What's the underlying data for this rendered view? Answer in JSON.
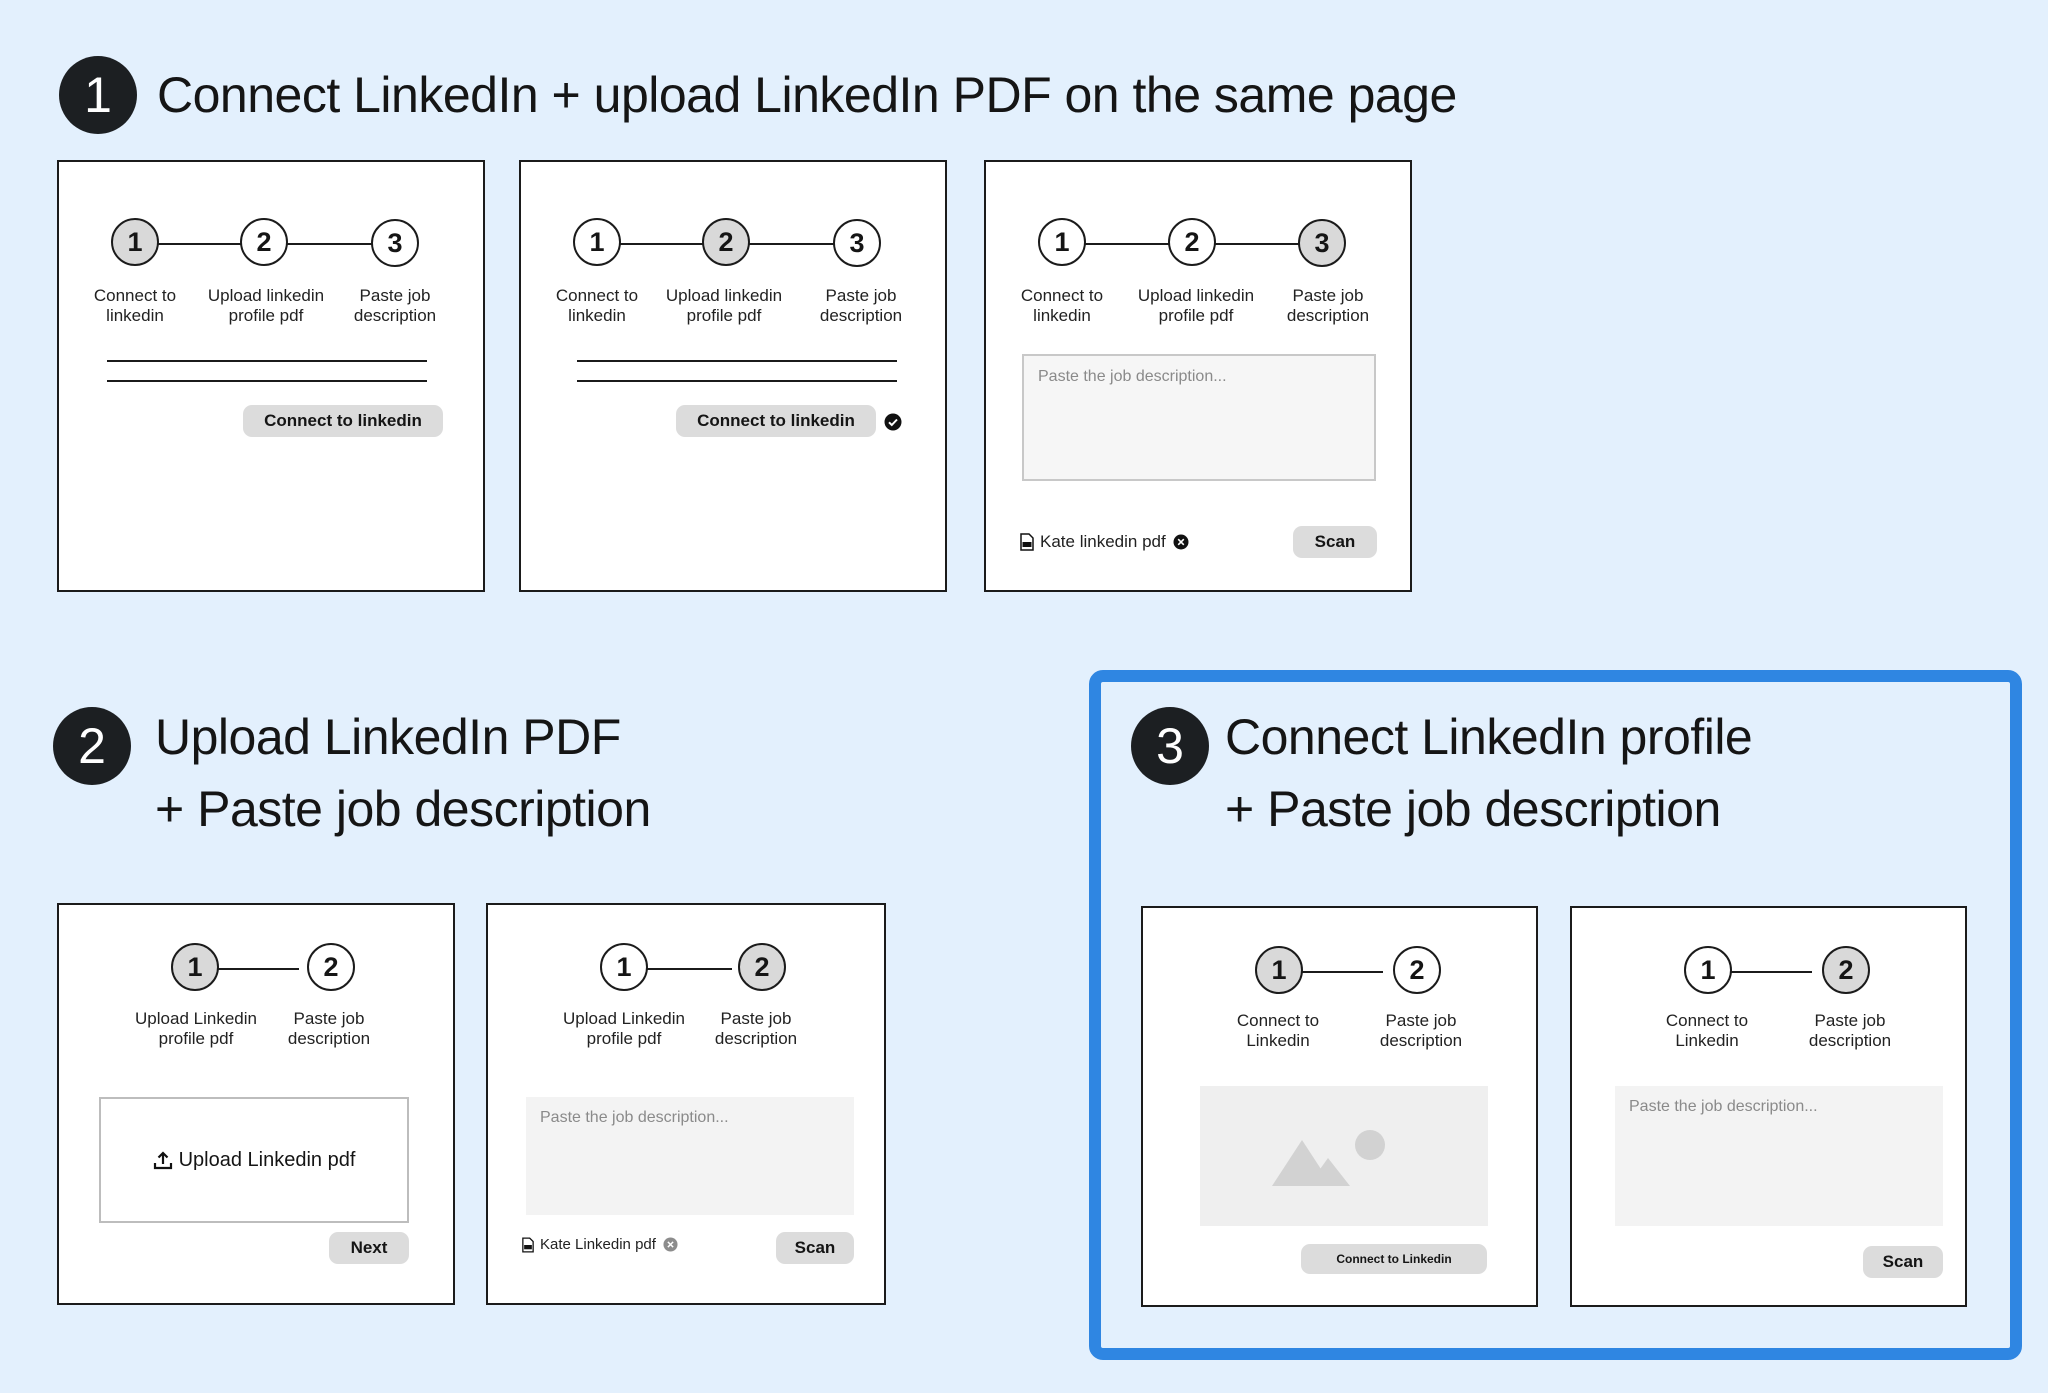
{
  "sections": [
    {
      "number": "1",
      "title_lines": [
        "Connect LinkedIn + upload LinkedIn PDF on the same page"
      ]
    },
    {
      "number": "2",
      "title_lines": [
        "Upload LinkedIn PDF",
        "+ Paste job description"
      ]
    },
    {
      "number": "3",
      "title_lines": [
        "Connect LinkedIn profile",
        "+ Paste job description"
      ]
    }
  ],
  "three_step_labels": [
    [
      "Connect to",
      "linkedin"
    ],
    [
      "Upload linkedin",
      "profile pdf"
    ],
    [
      "Paste job",
      "description"
    ]
  ],
  "upload_flow_labels": [
    [
      "Upload Linkedin",
      "profile pdf"
    ],
    [
      "Paste job",
      "description"
    ]
  ],
  "connect_flow_labels": [
    [
      "Connect to",
      "Linkedin"
    ],
    [
      "Paste job",
      "description"
    ]
  ],
  "step_numbers": [
    "1",
    "2",
    "3"
  ],
  "buttons": {
    "connect_linkedin": "Connect to linkedin",
    "connect_linkedin_small": "Connect to Linkedin",
    "scan": "Scan",
    "next": "Next"
  },
  "placeholders": {
    "job_description": "Paste the job description..."
  },
  "files": {
    "kate_pdf_lower": "Kate linkedin pdf",
    "kate_pdf_upper": "Kate Linkedin pdf"
  },
  "upload_box_label": "Upload Linkedin pdf",
  "icons": {
    "file": "pdf-file-icon",
    "remove": "close-circle-icon",
    "check": "check-circle-icon",
    "upload": "upload-icon",
    "image": "image-placeholder-icon"
  },
  "colors": {
    "background": "#e3f0fd",
    "highlight": "#2f86e2",
    "active_step": "#d9d9d9",
    "number_badge": "#1c1f22"
  }
}
